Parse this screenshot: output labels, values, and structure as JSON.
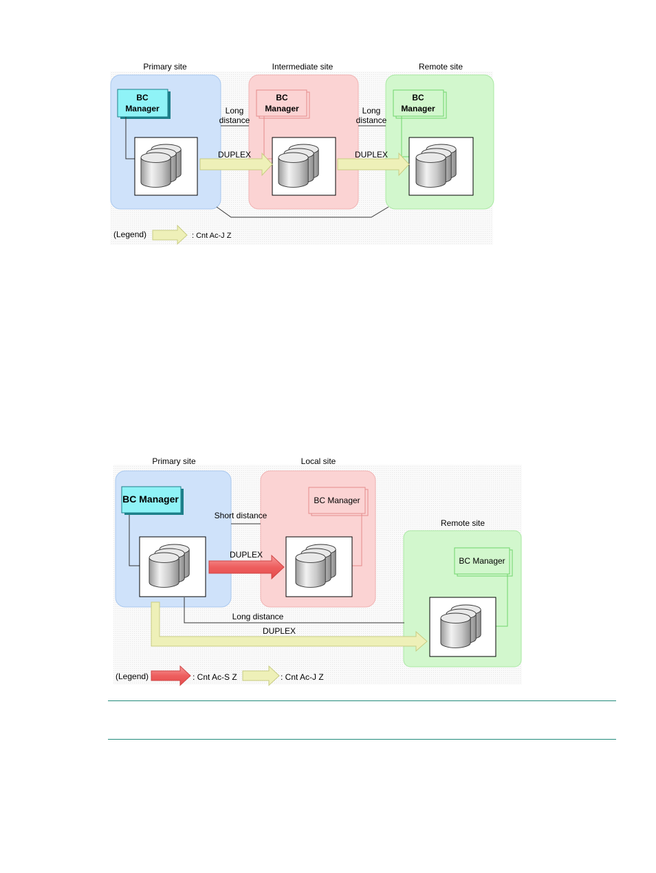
{
  "diagram1": {
    "sites": {
      "primary": "Primary site",
      "intermediate": "Intermediate site",
      "remote": "Remote site"
    },
    "bc_manager": {
      "line1": "BC",
      "line2": "Manager"
    },
    "link1": {
      "line1": "Long",
      "line2": "distance",
      "status": "DUPLEX"
    },
    "link2": {
      "line1": "Long",
      "line2": "distance",
      "status": "DUPLEX"
    },
    "legend": {
      "label": "(Legend)",
      "arrow_text": ": Cnt Ac-J Z"
    },
    "colors": {
      "primary": "#cfe2fa",
      "intermediate": "#fbd3d3",
      "remote": "#d2f7cd",
      "cnt_ac_j": "#eef0b8"
    }
  },
  "diagram2": {
    "sites": {
      "primary": "Primary site",
      "local": "Local site",
      "remote": "Remote site"
    },
    "bc_manager": "BC Manager",
    "short_link": {
      "label": "Short distance",
      "status": "DUPLEX"
    },
    "long_link": {
      "label": "Long distance",
      "status": "DUPLEX"
    },
    "legend": {
      "label": "(Legend)",
      "red_text": ": Cnt Ac-S Z",
      "yellow_text": ": Cnt Ac-J Z"
    },
    "colors": {
      "cnt_ac_s": "#f06b6b",
      "cnt_ac_j": "#eef0b8",
      "manager": "#8ff3f7"
    }
  }
}
